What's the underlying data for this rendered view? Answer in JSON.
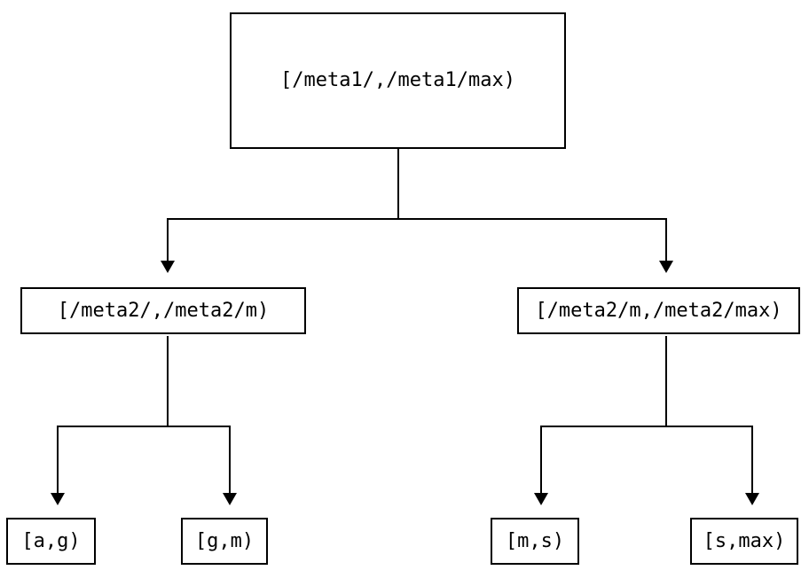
{
  "diagram": {
    "type": "tree",
    "background_color": "#ffffff",
    "line_color": "#000000",
    "text_color": "#000000",
    "nodes": {
      "root": {
        "label": "[/meta1/,/meta1/max)"
      },
      "left": {
        "label": "[/meta2/,/meta2/m)"
      },
      "right": {
        "label": "[/meta2/m,/meta2/max)"
      },
      "leaf_ag": {
        "label": "[a,g)"
      },
      "leaf_gm": {
        "label": "[g,m)"
      },
      "leaf_ms": {
        "label": "[m,s)"
      },
      "leaf_smax": {
        "label": "[s,max)"
      }
    },
    "edges": [
      {
        "from": "root",
        "to": "left"
      },
      {
        "from": "root",
        "to": "right"
      },
      {
        "from": "left",
        "to": "leaf_ag"
      },
      {
        "from": "left",
        "to": "leaf_gm"
      },
      {
        "from": "right",
        "to": "leaf_ms"
      },
      {
        "from": "right",
        "to": "leaf_smax"
      }
    ]
  }
}
